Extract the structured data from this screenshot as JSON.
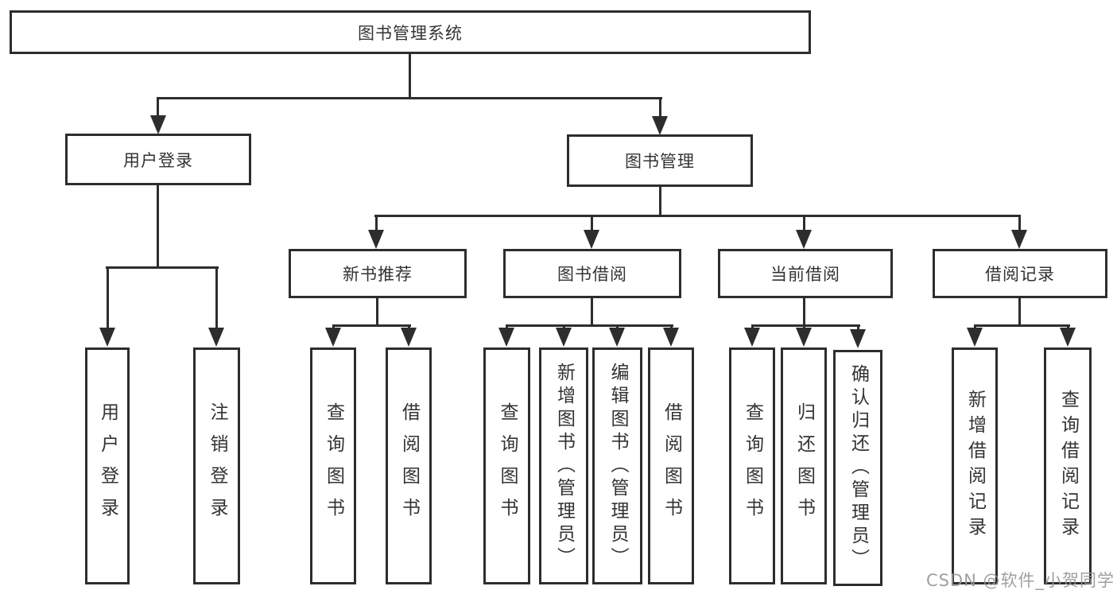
{
  "tree": {
    "root": "图书管理系统",
    "user_branch": {
      "label": "用户登录",
      "children": [
        "用户登录",
        "注销登录"
      ]
    },
    "book_branch": {
      "label": "图书管理",
      "groups": [
        {
          "label": "新书推荐",
          "children": [
            "查询图书",
            "借阅图书"
          ]
        },
        {
          "label": "图书借阅",
          "children": [
            "查询图书",
            "新增图书（管理员）",
            "编辑图书（管理员）",
            "借阅图书"
          ]
        },
        {
          "label": "当前借阅",
          "children": [
            "查询图书",
            "归还图书",
            "确认归还（管理员）"
          ]
        },
        {
          "label": "借阅记录",
          "children": [
            "新增借阅记录",
            "查询借阅记录"
          ]
        }
      ]
    }
  },
  "watermark": "CSDN @软件_小贺同学",
  "colors": {
    "line": "#2d2d2d",
    "text": "#333333",
    "watermark": "#a0a0a0",
    "background": "#ffffff"
  }
}
